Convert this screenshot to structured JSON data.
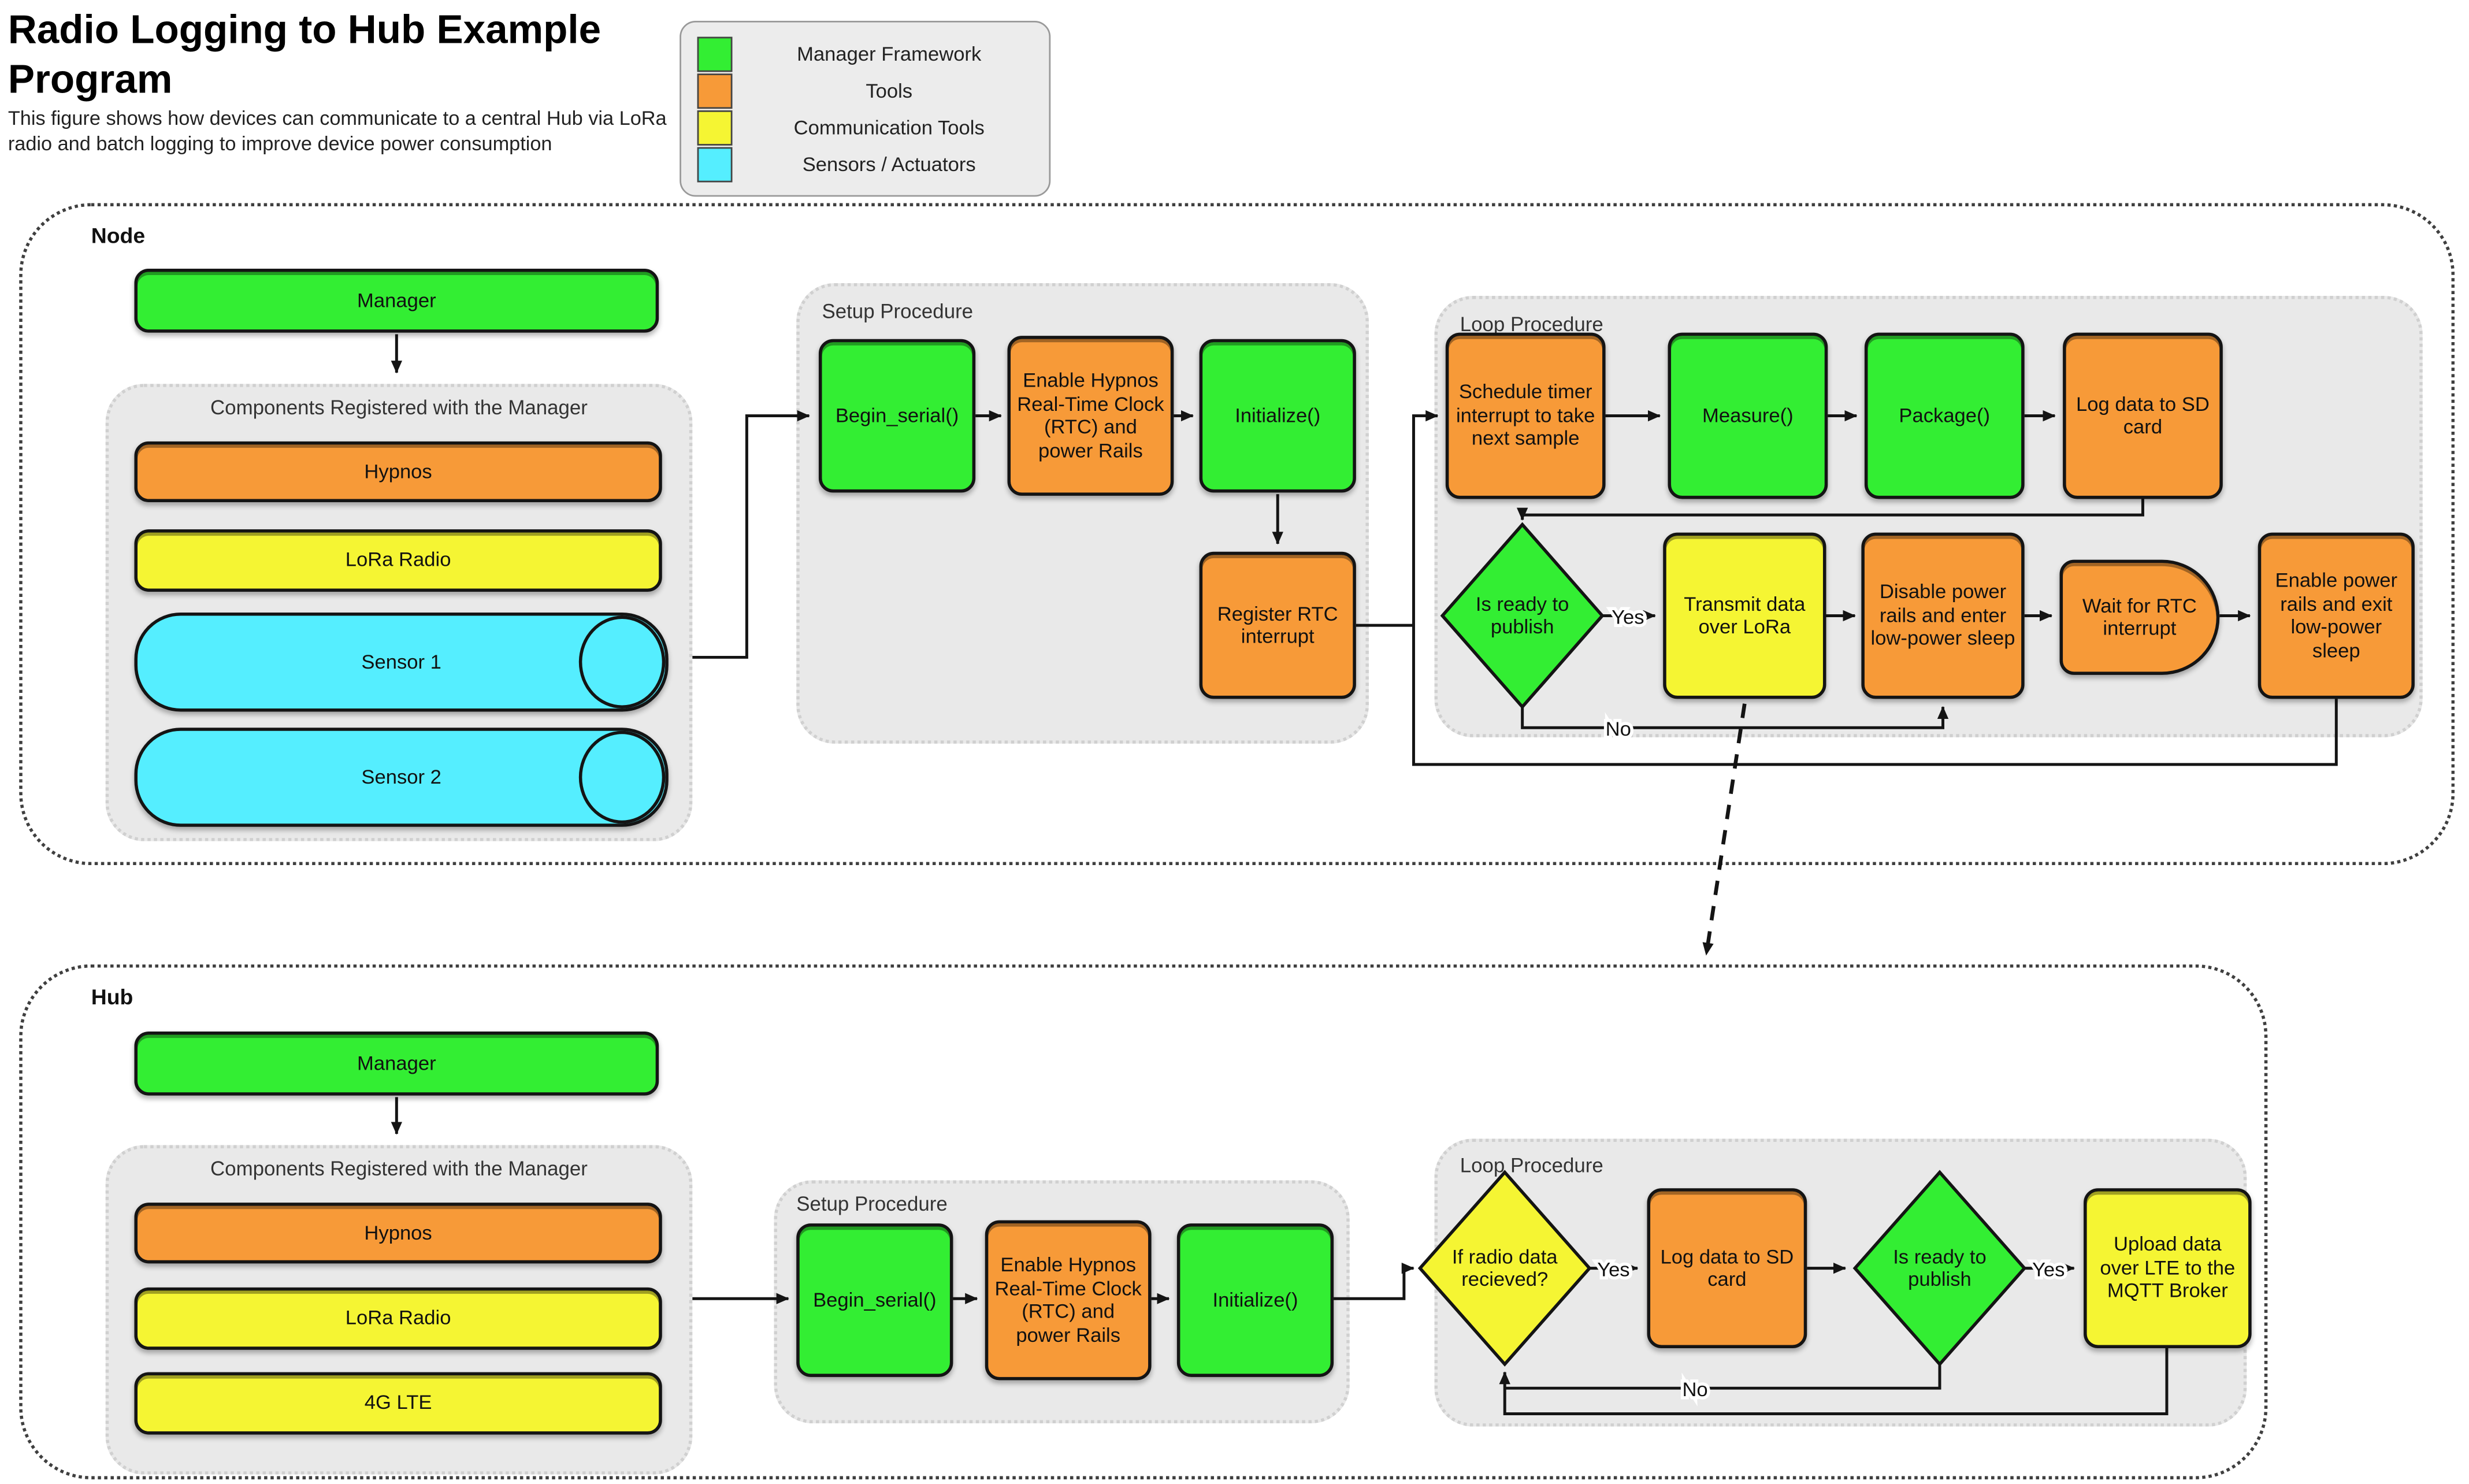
{
  "header": {
    "title": "Radio Logging to Hub Example Program",
    "subtitle": "This figure shows how devices can communicate to a central Hub via LoRa radio and batch logging to improve device power consumption"
  },
  "palette": {
    "green": "#33EE33",
    "orange": "#F79A38",
    "yellow": "#F5F533",
    "cyan": "#55EEFF",
    "panel": "#E9E9E9"
  },
  "legend": {
    "items": [
      {
        "label": "Manager Framework",
        "color": "#33EE33"
      },
      {
        "label": "Tools",
        "color": "#F79A38"
      },
      {
        "label": "Communication Tools",
        "color": "#F5F533"
      },
      {
        "label": "Sensors / Actuators",
        "color": "#55EEFF"
      }
    ]
  },
  "labels": {
    "yes": "Yes",
    "no": "No"
  },
  "node": {
    "label": "Node",
    "manager": "Manager",
    "components": {
      "title": "Components Registered with the Manager",
      "items": [
        {
          "label": "Hypnos",
          "kind": "orange"
        },
        {
          "label": "LoRa Radio",
          "kind": "yellow"
        },
        {
          "label": "Sensor 1",
          "kind": "cyan-cylinder"
        },
        {
          "label": "Sensor 2",
          "kind": "cyan-cylinder"
        }
      ]
    },
    "setup": {
      "title": "Setup Procedure",
      "steps": [
        {
          "label": "Begin_serial()",
          "kind": "green"
        },
        {
          "label": "Enable Hypnos Real-Time Clock (RTC) and power Rails",
          "kind": "orange"
        },
        {
          "label": "Initialize()",
          "kind": "green"
        },
        {
          "label": "Register RTC interrupt",
          "kind": "orange"
        }
      ]
    },
    "loop": {
      "title": "Loop Procedure",
      "steps": [
        {
          "label": "Schedule timer interrupt to take next sample",
          "kind": "orange"
        },
        {
          "label": "Measure()",
          "kind": "green"
        },
        {
          "label": "Package()",
          "kind": "green"
        },
        {
          "label": "Log data to SD card",
          "kind": "orange"
        },
        {
          "label": "Is ready to publish",
          "kind": "green-diamond"
        },
        {
          "label": "Transmit data over LoRa",
          "kind": "yellow"
        },
        {
          "label": "Disable power rails and enter low-power sleep",
          "kind": "orange"
        },
        {
          "label": "Wait for RTC interrupt",
          "kind": "orange-delay"
        },
        {
          "label": "Enable power rails and exit low-power sleep",
          "kind": "orange"
        }
      ]
    }
  },
  "hub": {
    "label": "Hub",
    "manager": "Manager",
    "components": {
      "title": "Components Registered with the Manager",
      "items": [
        {
          "label": "Hypnos",
          "kind": "orange"
        },
        {
          "label": "LoRa Radio",
          "kind": "yellow"
        },
        {
          "label": "4G LTE",
          "kind": "yellow"
        }
      ]
    },
    "setup": {
      "title": "Setup Procedure",
      "steps": [
        {
          "label": "Begin_serial()",
          "kind": "green"
        },
        {
          "label": "Enable Hypnos Real-Time Clock (RTC) and power Rails",
          "kind": "orange"
        },
        {
          "label": "Initialize()",
          "kind": "green"
        }
      ]
    },
    "loop": {
      "title": "Loop Procedure",
      "steps": [
        {
          "label": "If radio data recieved?",
          "kind": "yellow-diamond"
        },
        {
          "label": "Log data to SD card",
          "kind": "orange"
        },
        {
          "label": "Is ready to publish",
          "kind": "green-diamond"
        },
        {
          "label": "Upload data over LTE to the MQTT Broker",
          "kind": "yellow"
        }
      ]
    }
  }
}
